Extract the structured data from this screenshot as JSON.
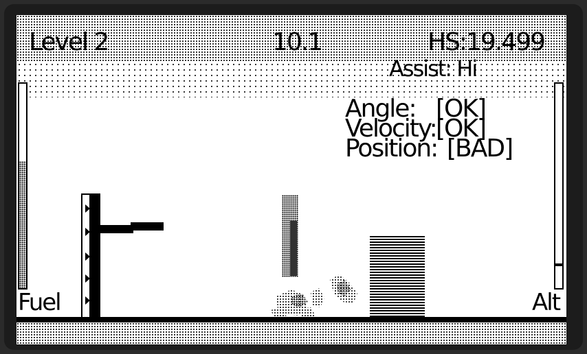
{
  "hud": {
    "level": "Level 2",
    "timer": "10.1",
    "high_score": "HS:19.499",
    "assist": "Assist: Hi"
  },
  "status": {
    "angle_label": "Angle:",
    "angle_value": "[OK]",
    "velocity_label": "Velocity:",
    "velocity_value": "[OK]",
    "position_label": "Position:",
    "position_value": "[BAD]"
  },
  "gauges": {
    "fuel_label": "Fuel",
    "fuel_level": 0.62,
    "alt_label": "Alt",
    "alt_level": 0.12
  },
  "colors": {
    "screen": "#ffffff",
    "ink": "#000000",
    "bezel": "#1c1c1c"
  }
}
